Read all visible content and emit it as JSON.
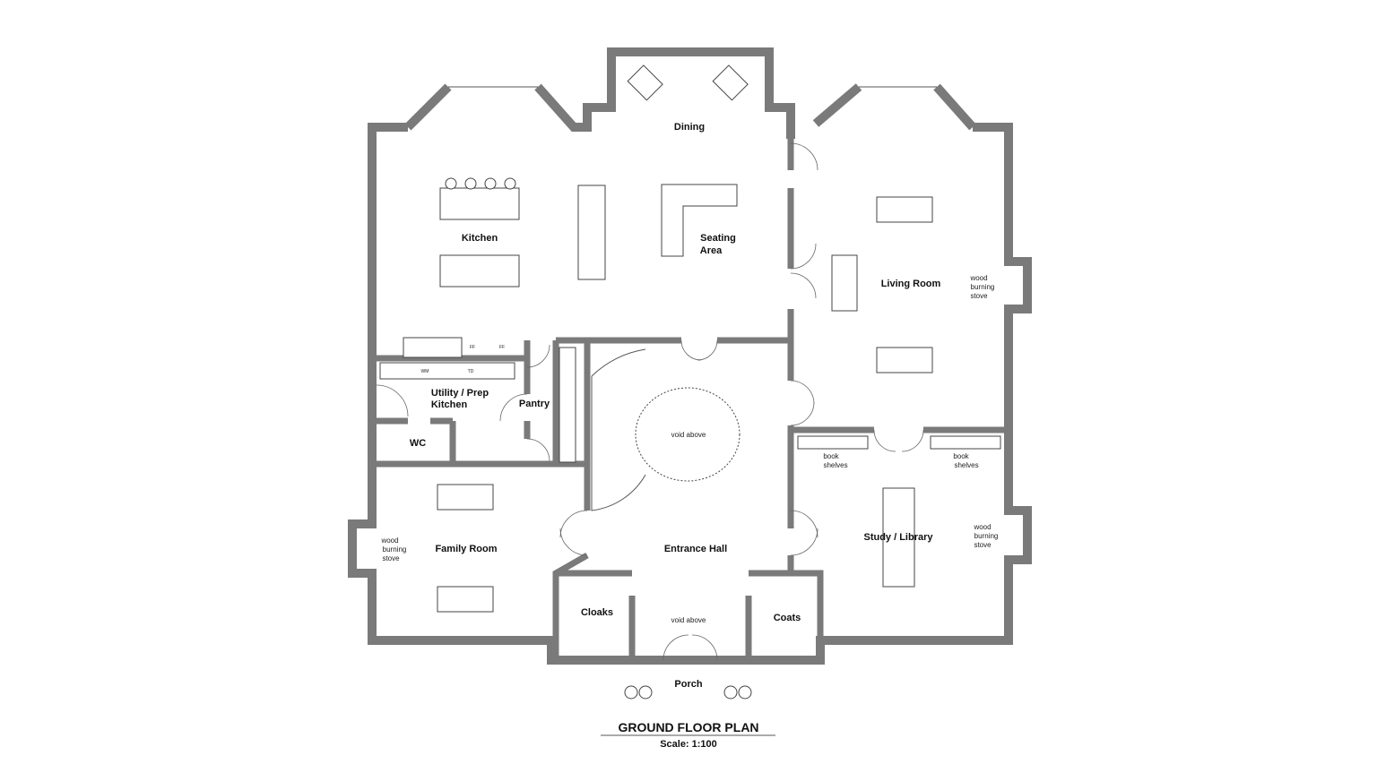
{
  "plan": {
    "title": "GROUND FLOOR PLAN",
    "scale": "Scale: 1:100",
    "wall_color": "#7a7a7a"
  },
  "rooms": {
    "dining": "Dining",
    "kitchen": "Kitchen",
    "seating_line1": "Seating",
    "seating_line2": "Area",
    "living": "Living Room",
    "utility_line1": "Utility / Prep",
    "utility_line2": "Kitchen",
    "pantry": "Pantry",
    "wc": "WC",
    "void_stair": "void above",
    "study": "Study / Library",
    "family": "Family Room",
    "entrance": "Entrance Hall",
    "cloaks": "Cloaks",
    "coats": "Coats",
    "void_porch": "void above",
    "porch": "Porch"
  },
  "notes": {
    "stove_line1": "wood",
    "stove_line2": "burning",
    "stove_line3": "stove",
    "shelves_line1": "book",
    "shelves_line2": "shelves"
  },
  "appliances": {
    "wm": "WM",
    "td": "TD",
    "ff": "FF"
  }
}
